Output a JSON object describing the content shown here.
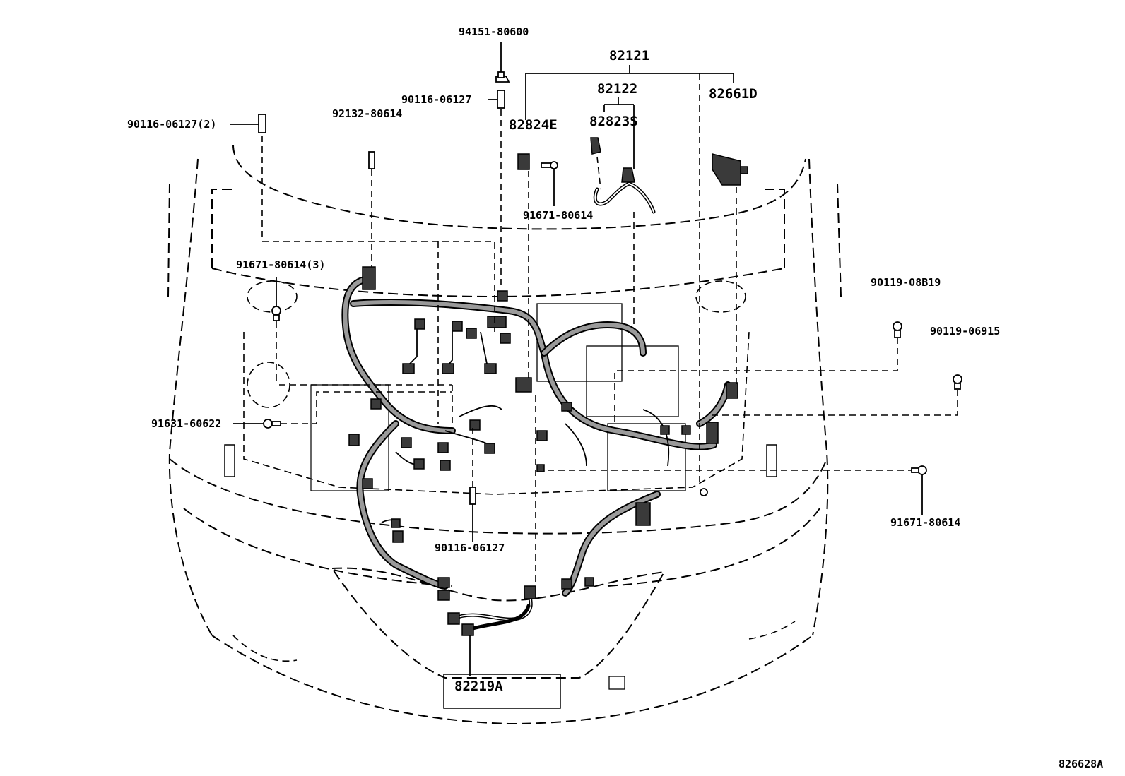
{
  "callouts": {
    "p94151_80600": "94151-80600",
    "p90116_06127_top": "90116-06127",
    "p92132_80614": "92132-80614",
    "p90116_06127_2": "90116-06127(2)",
    "p82121": "82121",
    "p82122": "82122",
    "p82824E": "82824E",
    "p82823S": "82823S",
    "p82661D": "82661D",
    "p91671_80614_top": "91671-80614",
    "p91671_80614_3": "91671-80614(3)",
    "p90119_08B19": "90119-08B19",
    "p90119_06915": "90119-06915",
    "p91631_60622": "91631-60622",
    "p91671_80614_right": "91671-80614",
    "p90116_06127_bottom": "90116-06127",
    "p82219A": "82219A"
  },
  "figure_id": "826628A",
  "colors": {
    "line": "#000000",
    "harness_fill": "#3a3a3a",
    "background": "#ffffff"
  }
}
